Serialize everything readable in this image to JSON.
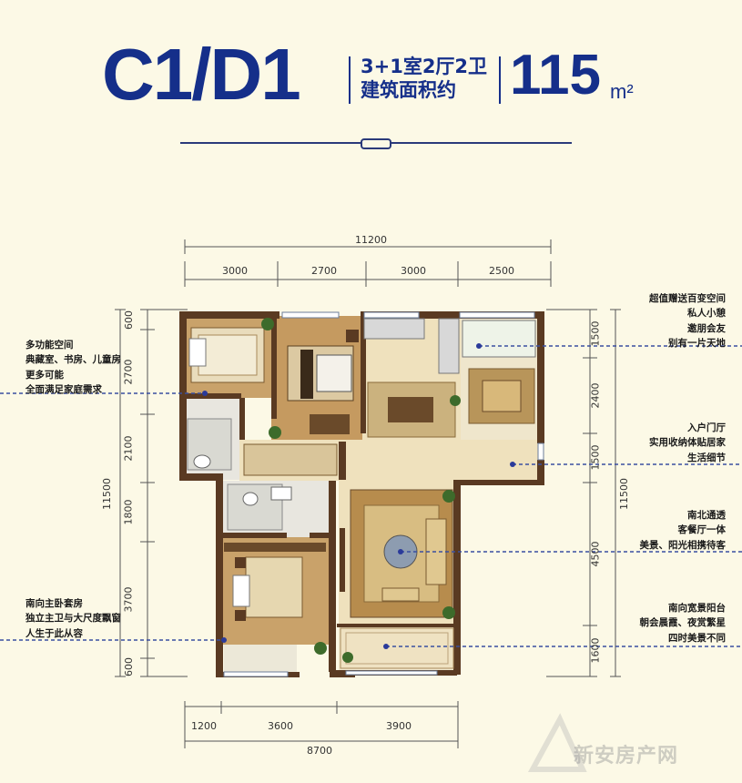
{
  "title": {
    "code": "C1/D1",
    "rooms": "3+1室2厅2卫",
    "area_label": "建筑面积约",
    "area_value": "115",
    "area_unit": "m²"
  },
  "dimensions": {
    "top_total": "11200",
    "top_segments": [
      "3000",
      "2700",
      "3000",
      "2500"
    ],
    "bottom_segments": [
      "1200",
      "3600",
      "3900"
    ],
    "bottom_total": "8700",
    "left_segments": [
      "600",
      "2700",
      "2100",
      "1800",
      "3700",
      "600"
    ],
    "left_total": "11500",
    "right_segments": [
      "1500",
      "2400",
      "1500",
      "4500",
      "1600"
    ],
    "right_total": "11500"
  },
  "notes": {
    "left": [
      {
        "lines": [
          "多功能空间",
          "典藏室、书房、儿童房",
          "更多可能",
          "全面满足家庭需求"
        ]
      },
      {
        "lines": [
          "南向主卧套房",
          "独立主卫与大尺度飘窗",
          "人生于此从容"
        ]
      }
    ],
    "right": [
      {
        "lines": [
          "超值赠送百变空间",
          "私人小憩",
          "邀朋会友",
          "别有一片天地"
        ]
      },
      {
        "lines": [
          "入户门厅",
          "实用收纳体贴居家",
          "生活细节"
        ]
      },
      {
        "lines": [
          "南北通透",
          "客餐厅一体",
          "美景、阳光相携待客"
        ]
      },
      {
        "lines": [
          "南向宽景阳台",
          "朝会晨霞、夜赏繁星",
          "四时美景不同"
        ]
      }
    ]
  },
  "watermark": "新安房产网",
  "colors": {
    "brand_blue": "#152f8a",
    "wall": "#5a3a22",
    "floor_wood": "#c9a26a",
    "floor_tile": "#efe1bd"
  }
}
